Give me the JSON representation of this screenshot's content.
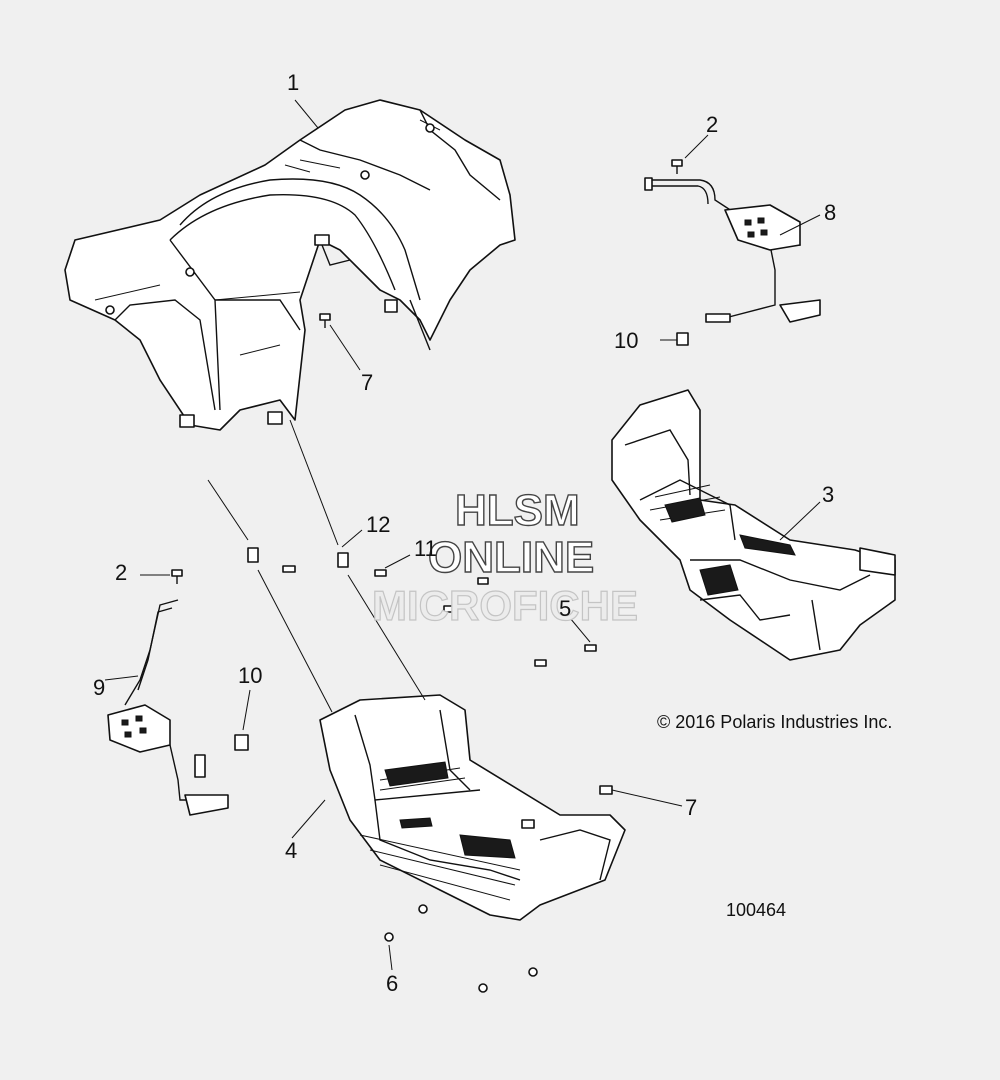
{
  "callouts": {
    "c1": "1",
    "c2a": "2",
    "c8": "8",
    "c10a": "10",
    "c7a": "7",
    "c3": "3",
    "c12": "12",
    "c11": "11",
    "c2b": "2",
    "c5": "5",
    "c10b": "10",
    "c9": "9",
    "c7b": "7",
    "c4": "4",
    "c6": "6"
  },
  "copyright": "© 2016 Polaris Industries Inc.",
  "figure_number": "100464",
  "watermark": {
    "line1": "HLSM",
    "line2": "ONLINE",
    "line3": "MICROFICHE"
  }
}
